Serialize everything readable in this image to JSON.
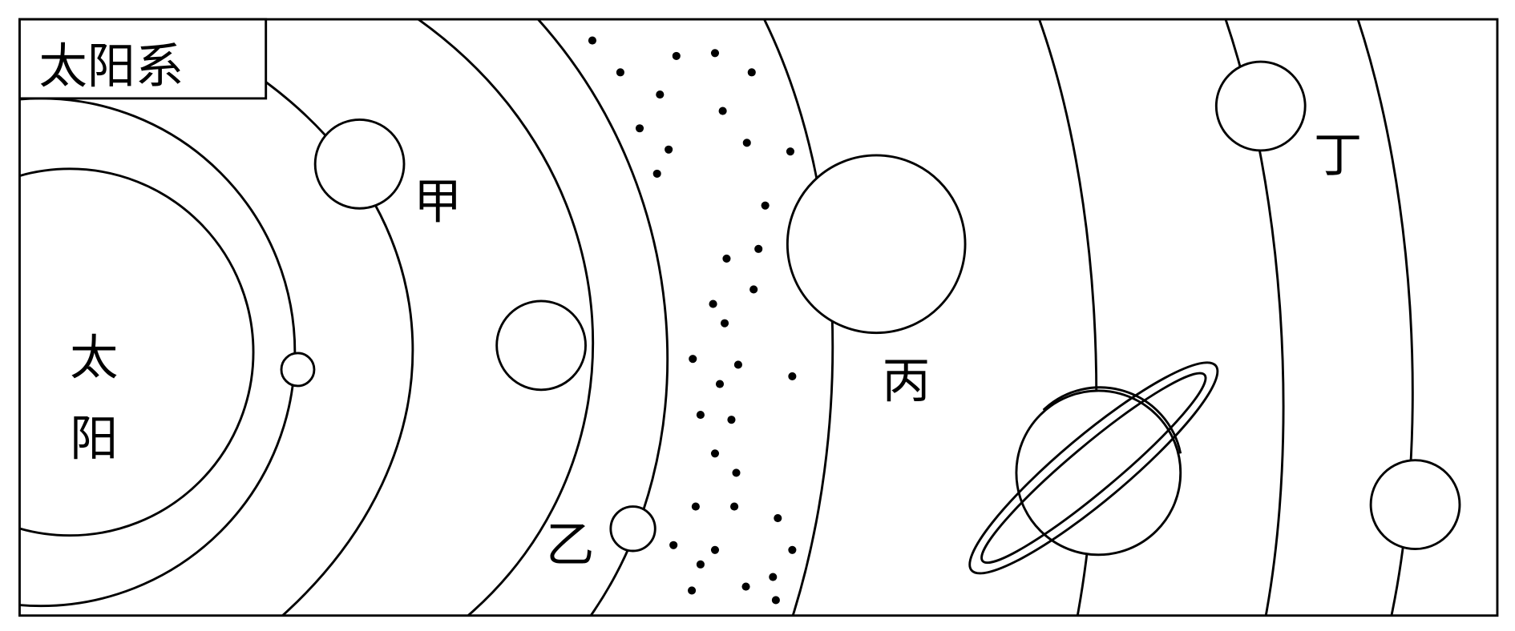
{
  "title": "太阳系",
  "sun": {
    "label_top": "太",
    "label_bottom": "阳"
  },
  "planets": {
    "jia": "甲",
    "yi": "乙",
    "bing": "丙",
    "ding": "丁"
  },
  "colors": {
    "stroke": "#000000",
    "background": "#ffffff"
  }
}
